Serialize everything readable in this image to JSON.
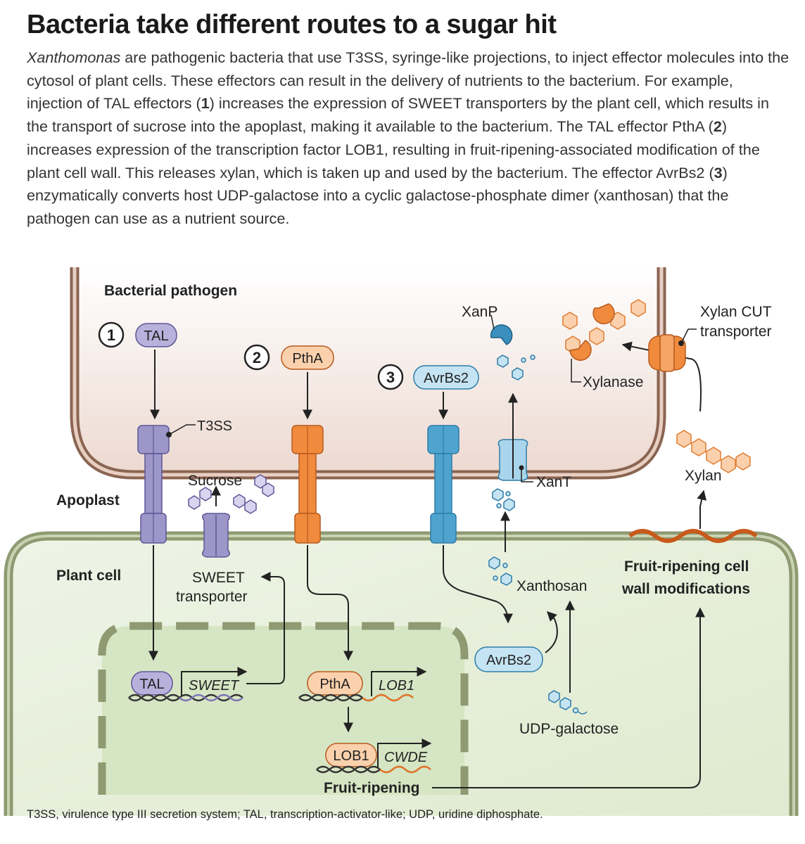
{
  "title": "Bacteria take different routes to a sugar hit",
  "description": {
    "genus": "Xanthomonas",
    "p1": " are pathogenic bacteria that use T3SS, syringe-like projections, to inject effector molecules into the cytosol of plant cells. These effectors can result in the delivery of nutrients to the bacterium. For example, injection of TAL effectors (",
    "n1": "1",
    "p2": ") increases the expression of SWEET transporters by the plant cell, which results in the transport of sucrose into the apoplast, making it available to the bacterium. The TAL effector PthA (",
    "n2": "2",
    "p3": ") increases expression of the transcription factor LOB1, resulting in fruit-ripening-associated modification of the plant cell wall. This releases xylan, which is taken up and used by the bacterium. The effector AvrBs2 (",
    "n3": "3",
    "p4": ") enzymatically converts host UDP-galactose into a cyclic galactose-phosphate dimer (xanthosan) that the pathogen can use as a nutrient source."
  },
  "diagram": {
    "regions": {
      "bacterial_pathogen": "Bacterial pathogen",
      "apoplast": "Apoplast",
      "plant_cell": "Plant cell"
    },
    "pathways": {
      "one": {
        "number": "1",
        "effector": "TAL",
        "gene": "SWEET",
        "transporter_line1": "SWEET",
        "transporter_line2": "transporter",
        "sugar": "Sucrose"
      },
      "two": {
        "number": "2",
        "effector": "PthA",
        "gene": "LOB1",
        "factor": "LOB1",
        "target_gene": "CWDE",
        "process": "Fruit-ripening"
      },
      "three": {
        "number": "3",
        "effector": "AvrBs2",
        "substrate": "UDP-galactose",
        "product": "Xanthosan",
        "importer": "XanT",
        "binder": "XanP"
      }
    },
    "labels": {
      "t3ss": "T3SS",
      "xylan": "Xylan",
      "xylanase": "Xylanase",
      "xylan_cut_line1": "Xylan CUT",
      "xylan_cut_line2": "transporter",
      "wall_mod_line1": "Fruit-ripening cell",
      "wall_mod_line2": "wall modifications"
    },
    "colors": {
      "pathway1": "#9d96c9",
      "pathway2": "#f08a3c",
      "pathway3": "#4ea3cf",
      "bacterium_fill": "#f1e2db",
      "plant_fill": "#e3edd6",
      "nucleus_fill": "#d8e8c6"
    }
  },
  "footnote": "T3SS, virulence type III secretion system; TAL, transcription-activator-like; UDP, uridine diphosphate."
}
